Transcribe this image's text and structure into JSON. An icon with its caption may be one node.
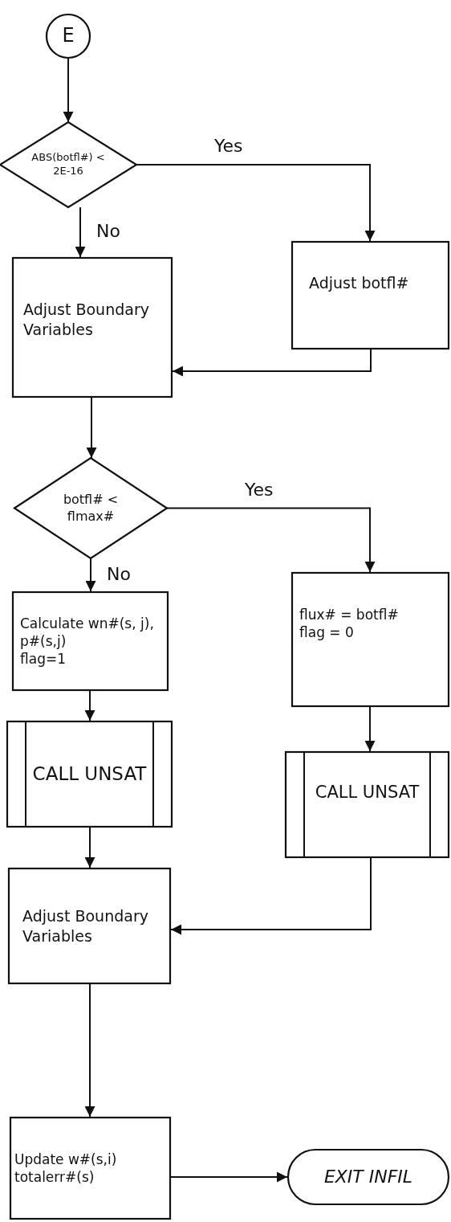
{
  "diagram": {
    "nodes": [
      {
        "text": [
          "E"
        ]
      },
      {
        "text": [
          "ABS(botfl#) < 2E-16"
        ]
      },
      {
        "text": [
          "Adjust botfl#"
        ]
      },
      {
        "text": [
          "Adjust Boundary Variables"
        ]
      },
      {
        "text": [
          "botfl# < flmax#"
        ]
      },
      {
        "text": [
          "Calculate wn#(s, j), p#(s,j)",
          "flag=1"
        ]
      },
      {
        "text": [
          "flux# = botfl#",
          "flag = 0"
        ]
      },
      {
        "text": [
          "CALL UNSAT"
        ]
      },
      {
        "text": [
          "CALL UNSAT"
        ]
      },
      {
        "text": [
          "Adjust Boundary Variables"
        ]
      },
      {
        "text": [
          "Update w#(s,i) totalerr#(s)"
        ]
      },
      {
        "text": [
          "EXIT INFIL"
        ]
      }
    ],
    "edges": [
      {
        "from": 0,
        "to": 1,
        "arrow": "to"
      },
      {
        "from": 1,
        "to": 2,
        "arrow": "to",
        "label": "Yes"
      },
      {
        "from": 1,
        "to": 3,
        "arrow": "to",
        "label": "No"
      },
      {
        "from": 2,
        "to": 3,
        "arrow": "to"
      },
      {
        "from": 3,
        "to": 4,
        "arrow": "to"
      },
      {
        "from": 4,
        "to": 6,
        "arrow": "to",
        "label": "Yes"
      },
      {
        "from": 4,
        "to": 5,
        "arrow": "to",
        "label": "No"
      },
      {
        "from": 6,
        "to": 7,
        "arrow": "to"
      },
      {
        "from": 5,
        "to": 8,
        "arrow": "to"
      },
      {
        "from": 8,
        "to": 9,
        "arrow": "to"
      },
      {
        "from": 7,
        "to": 9,
        "arrow": "to"
      },
      {
        "from": 9,
        "to": 10,
        "arrow": "to"
      },
      {
        "from": 10,
        "to": 11,
        "arrow": "to"
      }
    ]
  }
}
